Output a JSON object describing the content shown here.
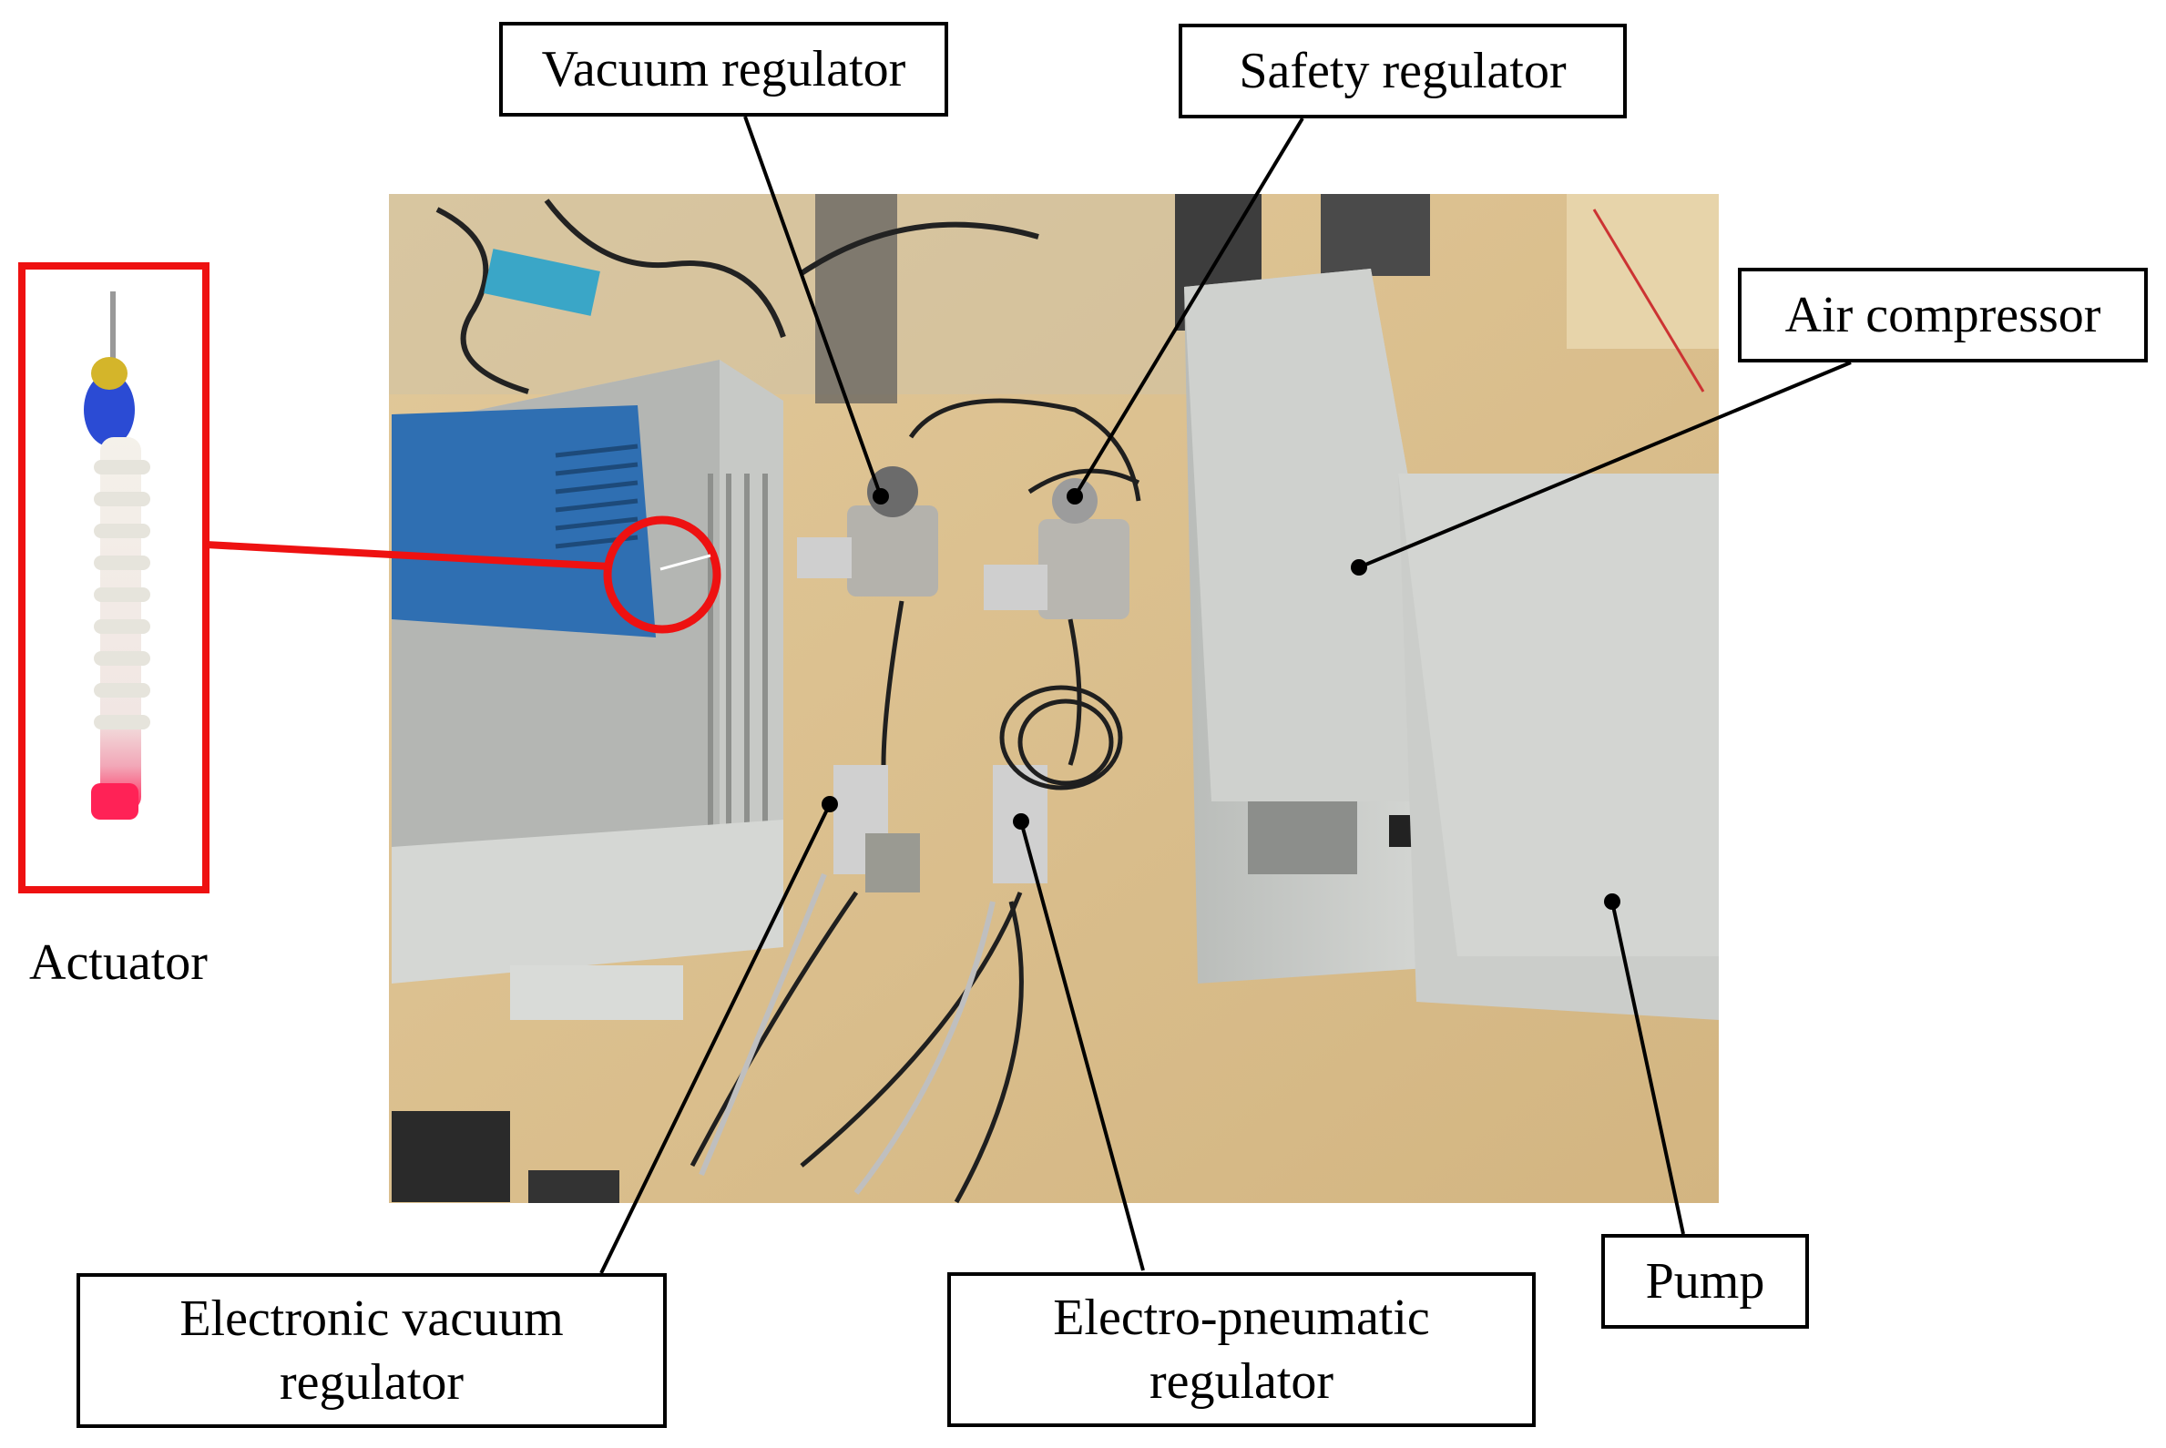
{
  "labels": {
    "vacuum_regulator": "Vacuum regulator",
    "safety_regulator": "Safety regulator",
    "air_compressor": "Air compressor",
    "actuator": "Actuator",
    "electronic_vacuum_regulator_line1": "Electronic vacuum",
    "electronic_vacuum_regulator_line2": "regulator",
    "electro_pneumatic_regulator_line1": "Electro-pneumatic",
    "electro_pneumatic_regulator_line2": "regulator",
    "pump": "Pump"
  },
  "colors": {
    "highlight": "#ee1111",
    "desk": "#d9bf8f",
    "enclosure_grey": "#c9cbc8",
    "blue_panel": "#2f6fb2",
    "leader_line": "#000000"
  }
}
